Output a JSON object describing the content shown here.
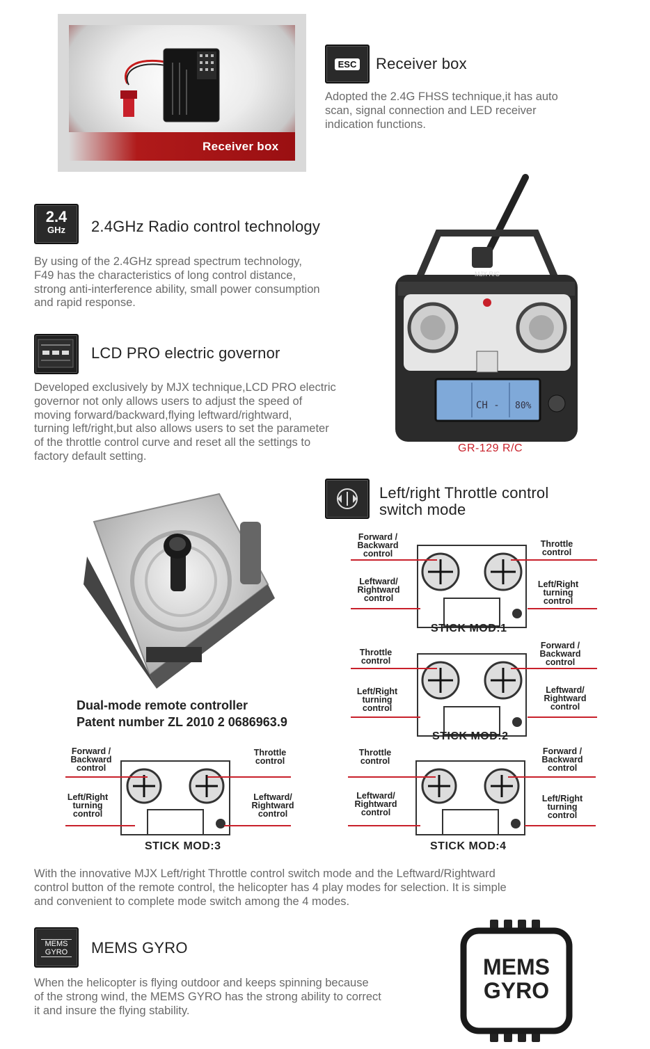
{
  "receiver": {
    "photo_caption": "Receiver box",
    "icon_text": "ESC",
    "title": "Receiver box",
    "description": "Adopted the 2.4G FHSS technique,it has auto\nscan,  signal connection and LED receiver\nindication functions."
  },
  "radio": {
    "icon_text_top": "2.4",
    "icon_text_bottom": "GHz",
    "title": "2.4GHz Radio control technology",
    "description": "By using of the 2.4GHz spread spectrum technology,\nF49 has the characteristics of long control distance,\nstrong anti-interference ability, small power consumption\nand rapid response."
  },
  "lcd": {
    "title": "LCD  PRO electric governor",
    "description": "Developed exclusively by MJX technique,LCD  PRO electric\ngovernor not only allows users to adjust the speed of\nmoving forward/backward,flying leftward/rightward,\nturning left/right,but also allows users to set the parameter\n of the throttle control curve and reset all the settings to\nfactory default setting."
  },
  "transmitter": {
    "caption": "GR-129 R/C",
    "brand": "MJX R/C",
    "screen_ch": "CH -",
    "screen_pct": "80%"
  },
  "switch_mode": {
    "title_line1": "Left/right Throttle control",
    "title_line2": "switch mode"
  },
  "dual_mode": {
    "line1": "Dual-mode remote controller",
    "line2": "Patent number ZL 2010 2 0686963.9"
  },
  "stick_modes": [
    {
      "caption": "STICK MOD:1",
      "top_left": "Forward /\nBackward\ncontrol",
      "bottom_left": "Leftward/\nRightward\ncontrol",
      "top_right": "Throttle\ncontrol",
      "bottom_right": "Left/Right\nturning\ncontrol"
    },
    {
      "caption": "STICK MOD:2",
      "top_left": "Throttle\ncontrol",
      "bottom_left": "Left/Right\nturning\ncontrol",
      "top_right": "Forward /\nBackward\ncontrol",
      "bottom_right": "Leftward/\nRightward\ncontrol"
    },
    {
      "caption": "STICK MOD:3",
      "top_left": "Forward /\nBackward\ncontrol",
      "bottom_left": "Left/Right\nturning\ncontrol",
      "top_right": "Throttle\ncontrol",
      "bottom_right": "Leftward/\nRightward\ncontrol"
    },
    {
      "caption": "STICK MOD:4",
      "top_left": "Throttle\ncontrol",
      "bottom_left": "Leftward/\nRightward\ncontrol",
      "top_right": "Forward /\nBackward\ncontrol",
      "bottom_right": "Left/Right\nturning\ncontrol"
    }
  ],
  "modes_description": "With the innovative MJX Left/right Throttle control switch mode and the Leftward/Rightward\ncontrol button of the remote control, the helicopter has 4 play modes for selection. It is simple\nand convenient to complete mode switch among the 4 modes.",
  "gyro": {
    "icon_text_top": "MEMS",
    "icon_text_bottom": "GYRO",
    "title": "MEMS GYRO",
    "description": "When the helicopter is flying outdoor and keeps spinning because\nof the strong wind, the MEMS GYRO has the strong ability to correct\nit and insure the flying stability.",
    "chip_line1": "MEMS",
    "chip_line2": "GYRO"
  },
  "colors": {
    "accent_red": "#c8202a",
    "text_gray": "#6a6a6a",
    "heading": "#222222"
  }
}
